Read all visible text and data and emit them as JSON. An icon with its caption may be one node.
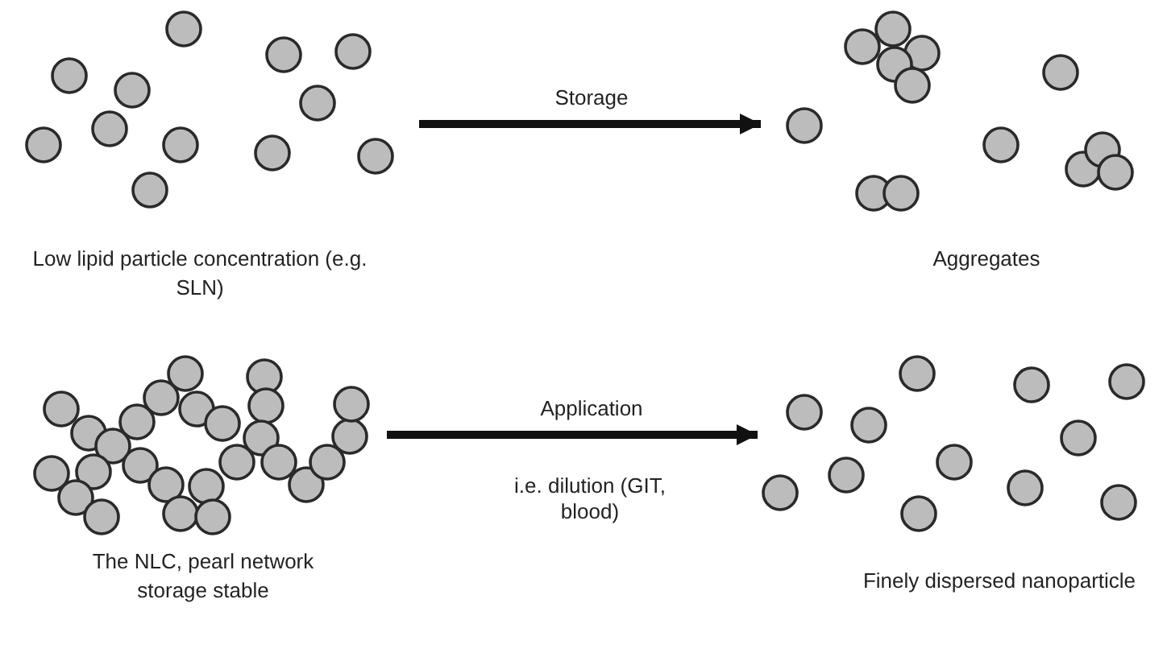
{
  "diagram": {
    "nodes": [
      {
        "text": [
          "Low lipid particle concentration (e.g. SLN)"
        ]
      },
      {
        "text": [
          "Aggregates"
        ]
      },
      {
        "text": [
          "The NLC, pearl network storage stable"
        ]
      },
      {
        "text": [
          "Finely dispersed nanoparticle"
        ]
      }
    ],
    "edges": [
      {
        "from": 0,
        "to": 1,
        "arrow": "to",
        "label": "Storage"
      },
      {
        "from": 2,
        "to": 3,
        "arrow": "to",
        "label": "Application"
      }
    ],
    "labels": [
      "i.e. dilution (GIT, blood)"
    ]
  }
}
